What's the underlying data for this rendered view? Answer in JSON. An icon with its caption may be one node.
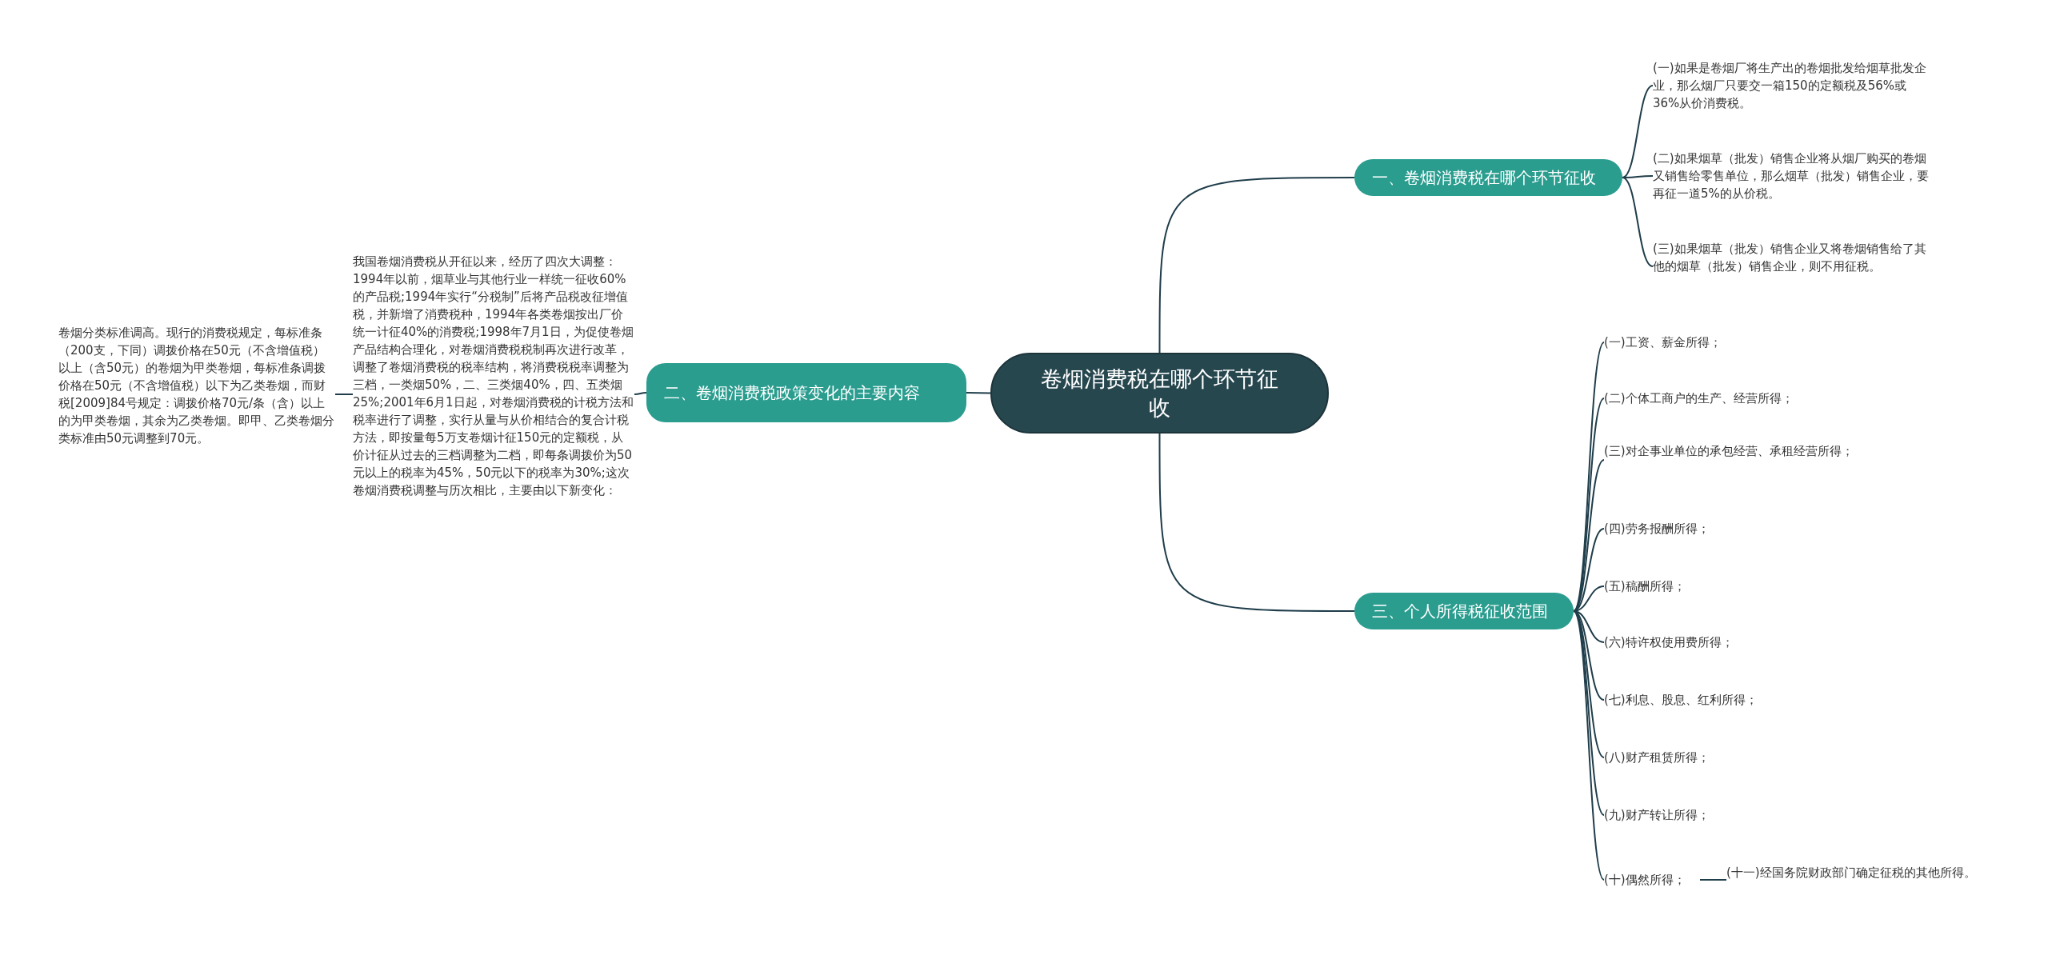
{
  "diagram": {
    "nodes": [
      {
        "text": [
          "卷烟消费税在哪个环节征收"
        ]
      },
      {
        "text": [
          "一、卷烟消费税在哪个环节征收"
        ]
      },
      {
        "text": [
          "(一)如果是卷烟厂将生产出的卷烟批发给烟草批发企业，那么烟厂只要交一箱150的定额税及56%或36%从价消费税。"
        ]
      },
      {
        "text": [
          "(二)如果烟草（批发）销售企业将从烟厂购买的卷烟又销售给零售单位，那么烟草（批发）销售企业，要再征一道5%的从价税。"
        ]
      },
      {
        "text": [
          "(三)如果烟草（批发）销售企业又将卷烟销售给了其他的烟草（批发）销售企业，则不用征税。"
        ]
      },
      {
        "text": [
          "二、卷烟消费税政策变化的主要内容"
        ]
      },
      {
        "text": [
          "我国卷烟消费税从开征以来，经历了四次大调整：1994年以前，烟草业与其他行业一样统一征收60%的产品税;1994年实行“分税制”后将产品税改征增值税，并新增了消费税种，1994年各类卷烟按出厂价统一计征40%的消费税;1998年7月1日，为促使卷烟产品结构合理化，对卷烟消费税税制再次进行改革，调整了卷烟消费税的税率结构，将消费税税率调整为三档，一类烟50%，二、三类烟40%，四、五类烟25%;2001年6月1日起，对卷烟消费税的计税方法和税率进行了调整，实行从量与从价相结合的复合计税方法，即按量每5万支卷烟计征150元的定额税，从价计征从过去的三档调整为二档，即每条调拨价为50元以上的税率为45%，50元以下的税率为30%;这次卷烟消费税调整与历次相比，主要由以下新变化："
        ]
      },
      {
        "text": [
          "卷烟分类标准调高。现行的消费税规定，每标准条（200支，下同）调拨价格在50元（不含增值税）以上（含50元）的卷烟为甲类卷烟，每标准条调拨价格在50元（不含增值税）以下为乙类卷烟，而财税[2009]84号规定：调拨价格70元/条（含）以上的为甲类卷烟，其余为乙类卷烟。即甲、乙类卷烟分类标准由50元调整到70元。"
        ]
      },
      {
        "text": [
          "三、个人所得税征收范围"
        ]
      },
      {
        "text": [
          "(一)工资、薪金所得；"
        ]
      },
      {
        "text": [
          "(二)个体工商户的生产、经营所得；"
        ]
      },
      {
        "text": [
          "(三)对企事业单位的承包经营、承租经营所得；"
        ]
      },
      {
        "text": [
          "(四)劳务报酬所得；"
        ]
      },
      {
        "text": [
          "(五)稿酬所得；"
        ]
      },
      {
        "text": [
          "(六)特许权使用费所得；"
        ]
      },
      {
        "text": [
          "(七)利息、股息、红利所得；"
        ]
      },
      {
        "text": [
          "(八)财产租赁所得；"
        ]
      },
      {
        "text": [
          "(九)财产转让所得；"
        ]
      },
      {
        "text": [
          "(十)偶然所得；"
        ]
      },
      {
        "text": [
          "(十一)经国务院财政部门确定征税的其他所得。"
        ]
      }
    ],
    "edges": [
      {
        "from": 0,
        "to": 1,
        "arrow": "none"
      },
      {
        "from": 1,
        "to": 2,
        "arrow": "none"
      },
      {
        "from": 1,
        "to": 3,
        "arrow": "none"
      },
      {
        "from": 1,
        "to": 4,
        "arrow": "none"
      },
      {
        "from": 0,
        "to": 5,
        "arrow": "none"
      },
      {
        "from": 5,
        "to": 6,
        "arrow": "none"
      },
      {
        "from": 6,
        "to": 7,
        "arrow": "none"
      },
      {
        "from": 0,
        "to": 8,
        "arrow": "none"
      },
      {
        "from": 8,
        "to": 9,
        "arrow": "none"
      },
      {
        "from": 8,
        "to": 10,
        "arrow": "none"
      },
      {
        "from": 8,
        "to": 11,
        "arrow": "none"
      },
      {
        "from": 8,
        "to": 12,
        "arrow": "none"
      },
      {
        "from": 8,
        "to": 13,
        "arrow": "none"
      },
      {
        "from": 8,
        "to": 14,
        "arrow": "none"
      },
      {
        "from": 8,
        "to": 15,
        "arrow": "none"
      },
      {
        "from": 8,
        "to": 16,
        "arrow": "none"
      },
      {
        "from": 8,
        "to": 17,
        "arrow": "none"
      },
      {
        "from": 8,
        "to": 18,
        "arrow": "none"
      },
      {
        "from": 18,
        "to": 19,
        "arrow": "none"
      }
    ]
  }
}
